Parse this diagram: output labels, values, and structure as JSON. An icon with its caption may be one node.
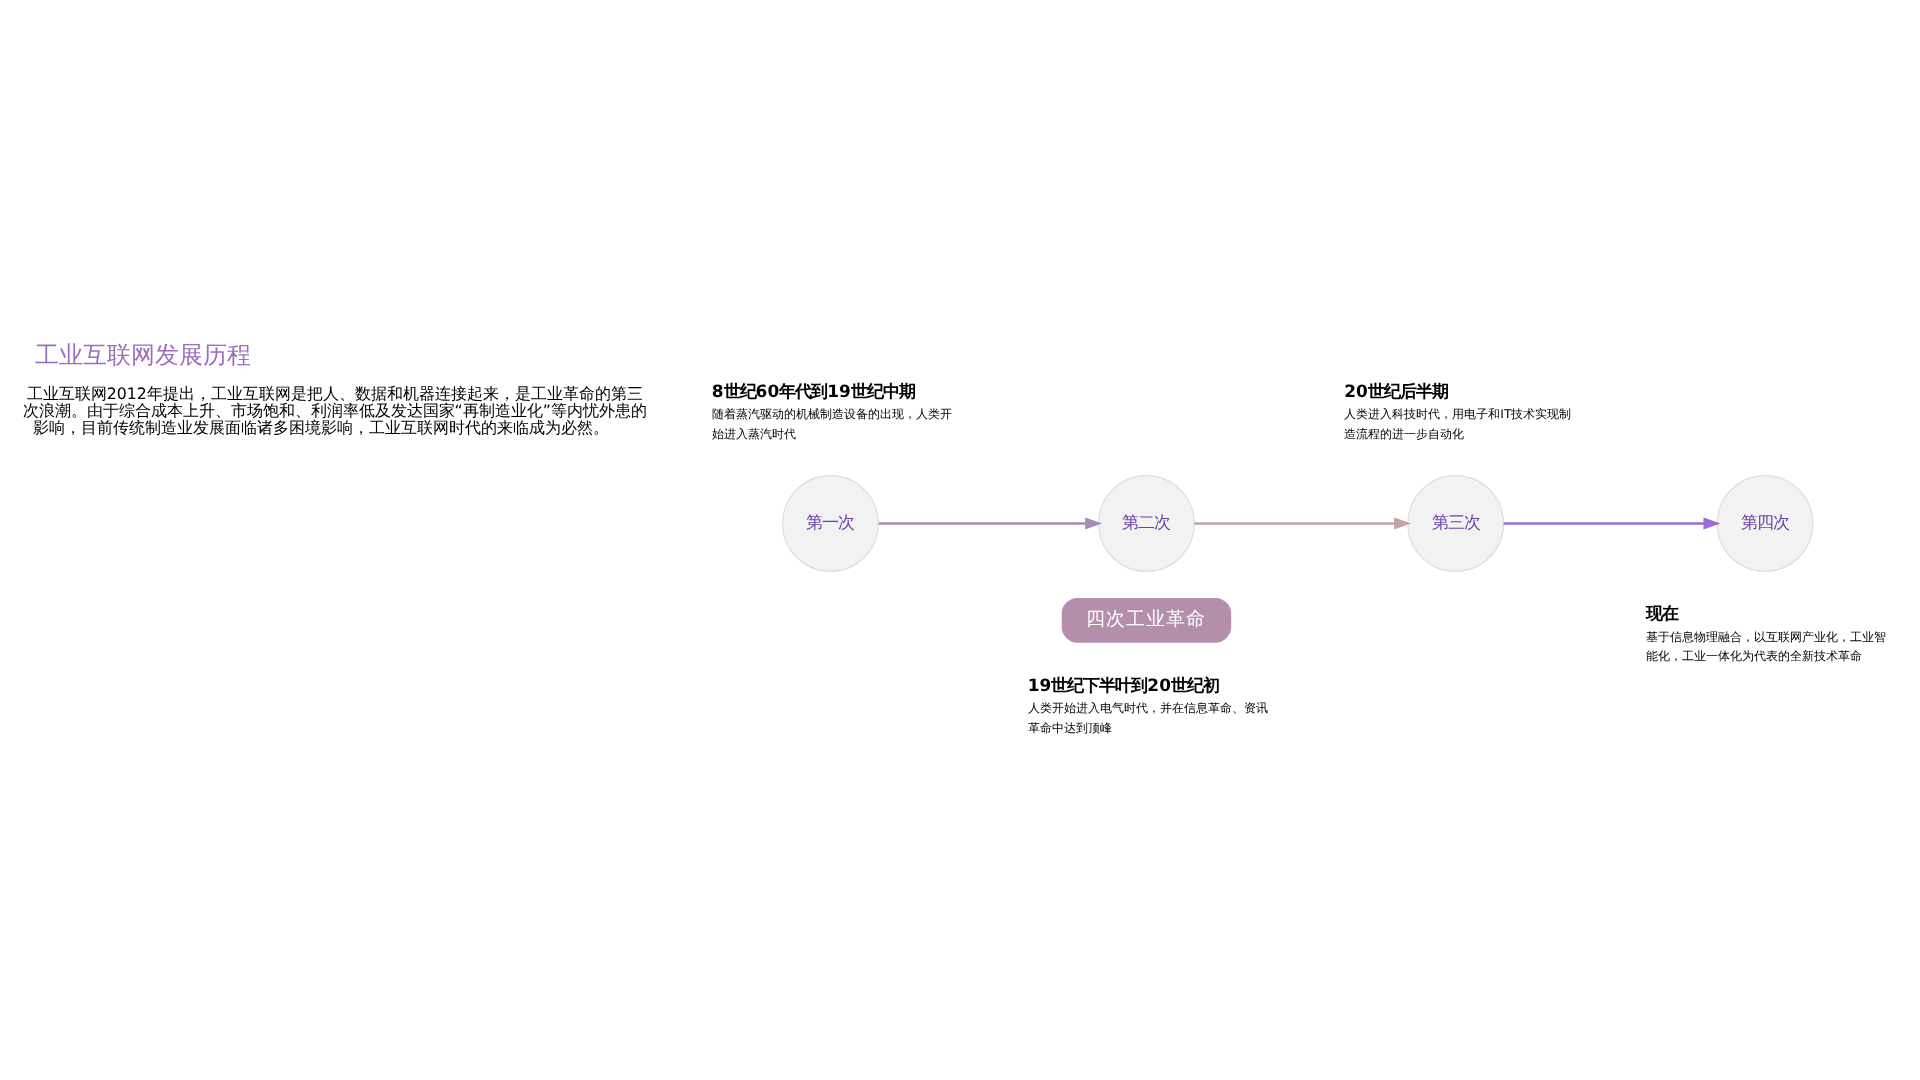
{
  "diagram": {
    "title": "工业互联网发展历程",
    "nodes": [
      {
        "text": [
          "第一次"
        ],
        "beside": [
          "8世纪60年代到19世纪中期",
          "随着蒸汽驱动的机械制造设备的出现，人类开始进入蒸汽时代"
        ]
      },
      {
        "text": [
          "第二次"
        ],
        "beside": [
          "19世纪下半叶到20世纪初",
          "人类开始进入电气时代，并在信息革命、资讯革命中达到顶峰"
        ]
      },
      {
        "text": [
          "第三次"
        ],
        "beside": [
          "20世纪后半期",
          "人类进入科技时代，用电子和IT技术实现制造流程的进一步自动化"
        ]
      },
      {
        "text": [
          "第四次"
        ],
        "beside": [
          "现在",
          "基于信息物理融合，以互联网产业化，工业智能化，工业一体化为代表的全新技术革命"
        ]
      },
      {
        "text": [
          "四次工业革命"
        ]
      }
    ],
    "edges": [
      {
        "from": 0,
        "to": 1,
        "arrow": "to",
        "color": "#a98bb8"
      },
      {
        "from": 1,
        "to": 2,
        "arrow": "to",
        "color": "#c4a3a8"
      },
      {
        "from": 2,
        "to": 3,
        "arrow": "to",
        "color": "#9a6cd6"
      }
    ],
    "labels": [
      "工业互联网2012年提出，工业互联网是把人、数据和机器连接起来，是工业革命的第三次浪潮。由于综合成本上升、市场饱和、利润率低及发达国家“再制造业化”等内忧外患的影响，目前传统制造业发展面临诸多困境影响，工业互联网时代的来临成为必然。"
    ]
  }
}
